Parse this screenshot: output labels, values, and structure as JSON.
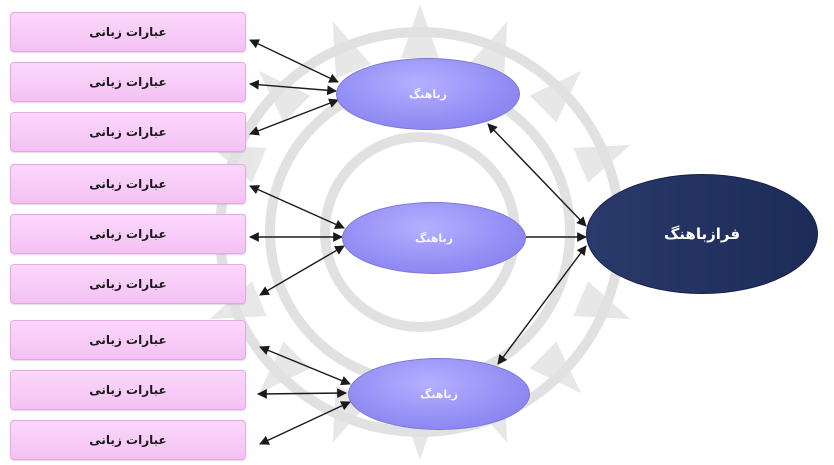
{
  "diagram": {
    "boxes": [
      {
        "label": "عبارات زبانی"
      },
      {
        "label": "عبارات زبانی"
      },
      {
        "label": "عبارات زبانی"
      },
      {
        "label": "عبارات زبانی"
      },
      {
        "label": "عبارات زبانی"
      },
      {
        "label": "عبارات زبانی"
      },
      {
        "label": "عبارات زبانی"
      },
      {
        "label": "عبارات زبانی"
      },
      {
        "label": "عبارات زبانی"
      }
    ],
    "nodes": [
      {
        "label": "زباهنگ"
      },
      {
        "label": "زباهنگ"
      },
      {
        "label": "زباهنگ"
      }
    ],
    "meta_node": {
      "label": "فرازباهنگ"
    }
  },
  "colors": {
    "box_fill": "#f6c8f6",
    "node_fill": "#9590f5",
    "meta_fill": "#1f2e5c",
    "arrow": "#1a1a1a",
    "watermark": "#d9d9d9"
  }
}
